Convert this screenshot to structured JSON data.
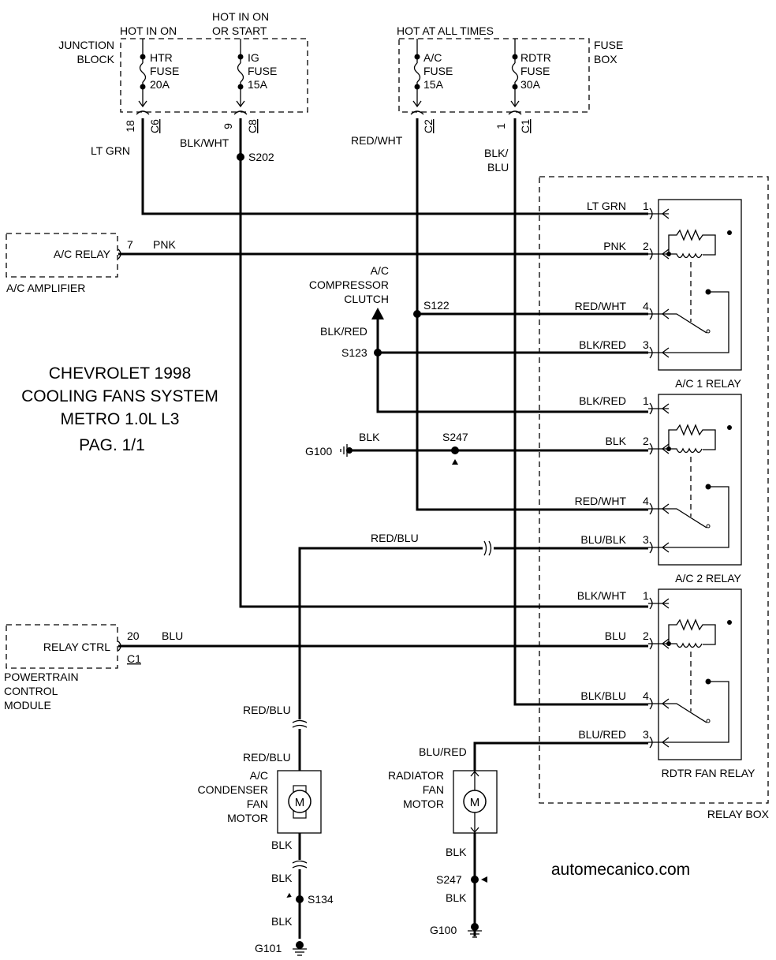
{
  "title": {
    "line1": "CHEVROLET 1998",
    "line2": "COOLING FANS SYSTEM",
    "line3": "METRO 1.0L L3",
    "line4": "PAG. 1/1"
  },
  "watermark": "automecanico.com",
  "boxes": {
    "junction_block": "JUNCTION",
    "junction_block2": "BLOCK",
    "fuse_box": "FUSE",
    "fuse_box2": "BOX",
    "relay_box": "RELAY BOX",
    "ac_amplifier": "A/C AMPLIFIER",
    "ac_relay_terminal": "A/C RELAY",
    "pcm_1": "POWERTRAIN",
    "pcm_2": "CONTROL",
    "pcm_3": "MODULE",
    "relay_ctrl": "RELAY CTRL"
  },
  "power": {
    "hot_in_on": "HOT IN ON",
    "hot_in_on_start_1": "HOT IN ON",
    "hot_in_on_start_2": "OR START",
    "hot_all_times": "HOT AT ALL TIMES"
  },
  "fuses": [
    {
      "l1": "HTR",
      "l2": "FUSE",
      "l3": "20A"
    },
    {
      "l1": "IG",
      "l2": "FUSE",
      "l3": "15A"
    },
    {
      "l1": "A/C",
      "l2": "FUSE",
      "l3": "15A"
    },
    {
      "l1": "RDTR",
      "l2": "FUSE",
      "l3": "30A"
    }
  ],
  "connectors": {
    "c6": "C6",
    "c8": "C8",
    "c2": "C2",
    "c1": "C1",
    "c1_pcm": "C1",
    "pin18": "18",
    "pin9": "9",
    "pin1": "1",
    "pin7": "7",
    "pin20": "20"
  },
  "wires": {
    "lt_grn": "LT GRN",
    "blk_wht": "BLK/WHT",
    "red_wht": "RED/WHT",
    "blk_blu_1": "BLK/",
    "blk_blu_2": "BLU",
    "pnk": "PNK",
    "blk_red": "BLK/RED",
    "blk": "BLK",
    "red_blu": "RED/BLU",
    "blu": "BLU",
    "blu_red": "BLU/RED",
    "blu_blk": "BLU/BLK",
    "blk_blu": "BLK/BLU"
  },
  "splices": {
    "s202": "S202",
    "s122": "S122",
    "s123": "S123",
    "s247": "S247",
    "s134": "S134"
  },
  "grounds": {
    "g100": "G100",
    "g101": "G101"
  },
  "compressor": {
    "l1": "A/C",
    "l2": "COMPRESSOR",
    "l3": "CLUTCH"
  },
  "relays": [
    {
      "name": "A/C 1 RELAY",
      "pins": [
        {
          "num": "1",
          "wire": "LT GRN"
        },
        {
          "num": "2",
          "wire": "PNK"
        },
        {
          "num": "4",
          "wire": "RED/WHT"
        },
        {
          "num": "3",
          "wire": "BLK/RED"
        }
      ]
    },
    {
      "name": "A/C 2 RELAY",
      "pins": [
        {
          "num": "1",
          "wire": "BLK/RED"
        },
        {
          "num": "2",
          "wire": "BLK"
        },
        {
          "num": "4",
          "wire": "RED/WHT"
        },
        {
          "num": "3",
          "wire": "BLU/BLK"
        }
      ]
    },
    {
      "name": "RDTR FAN RELAY",
      "pins": [
        {
          "num": "1",
          "wire": "BLK/WHT"
        },
        {
          "num": "2",
          "wire": "BLU"
        },
        {
          "num": "4",
          "wire": "BLK/BLU"
        },
        {
          "num": "3",
          "wire": "BLU/RED"
        }
      ]
    }
  ],
  "motors": {
    "condenser": {
      "l1": "A/C",
      "l2": "CONDENSER",
      "l3": "FAN",
      "l4": "MOTOR",
      "symbol": "M"
    },
    "radiator": {
      "l1": "RADIATOR",
      "l2": "FAN",
      "l3": "MOTOR",
      "symbol": "M"
    }
  }
}
